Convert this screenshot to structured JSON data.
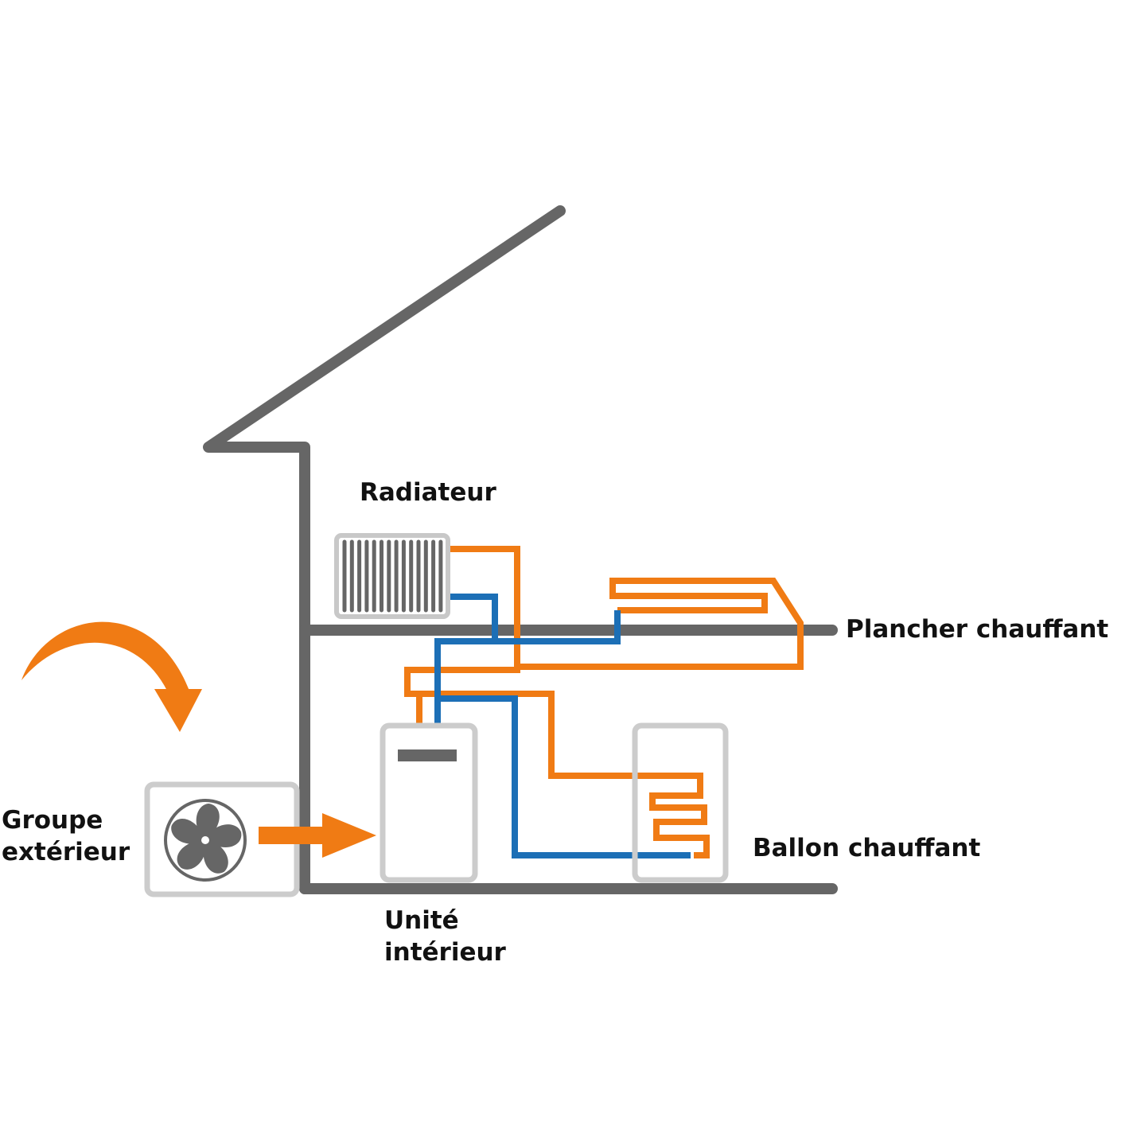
{
  "labels": {
    "radiator": "Radiateur",
    "floor_heating": "Plancher chauffant",
    "outdoor_unit": [
      "Groupe",
      "extérieur"
    ],
    "hot_water_tank": "Ballon chauffant",
    "indoor_unit": [
      "Unité",
      "intérieur"
    ]
  },
  "colors": {
    "structure": "#666666",
    "hot_pipe": "#f07b14",
    "cold_pipe": "#1c6fb6",
    "equipment_outline": "#cccccc",
    "equipment_dark": "#666666",
    "text": "#111111"
  },
  "icons": {
    "fan": "fan-icon",
    "heat_flow_arrow": "curved-arrow-icon",
    "transfer_arrow": "right-arrow-icon"
  }
}
